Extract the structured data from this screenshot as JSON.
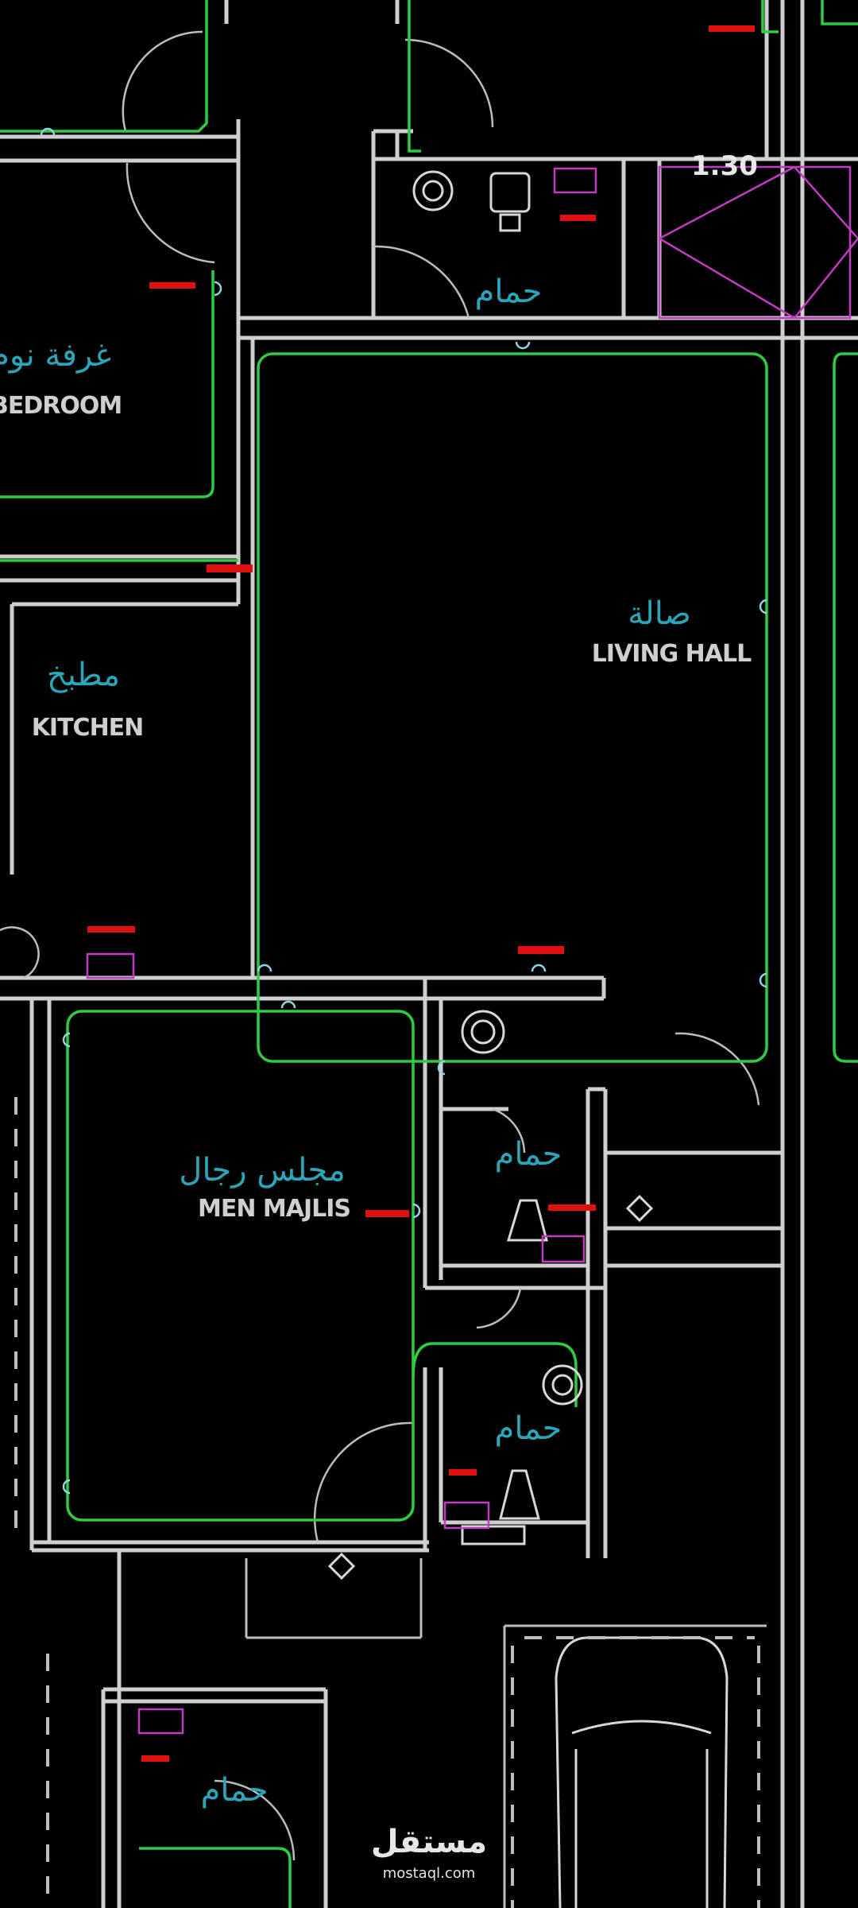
{
  "plan": {
    "rooms": [
      {
        "id": "bedroom",
        "label_en": "BEDROOM",
        "label_ar": "غرفة نوم"
      },
      {
        "id": "kitchen",
        "label_en": "KITCHEN",
        "label_ar": "مطبخ"
      },
      {
        "id": "living-hall",
        "label_en": "LIVING HALL",
        "label_ar": "صالة"
      },
      {
        "id": "men-majlis",
        "label_en": "MEN MAJLIS",
        "label_ar": "مجلس رجال"
      },
      {
        "id": "bathroom-top",
        "label_ar": "حمام"
      },
      {
        "id": "bathroom-mid",
        "label_ar": "حمام"
      },
      {
        "id": "bathroom-lower",
        "label_ar": "حمام"
      },
      {
        "id": "bathroom-bottom",
        "label_ar": "حمام"
      }
    ],
    "dimension": "1.30"
  },
  "watermark": {
    "arabic": "مستقل",
    "latin": "mostaql.com"
  },
  "colors": {
    "background": "#000000",
    "walls": "#cfcfcf",
    "circuit": "#2ecc40",
    "label_arabic": "#2aa6b8",
    "panel": "#c23bc2",
    "tag": "#e01010"
  }
}
